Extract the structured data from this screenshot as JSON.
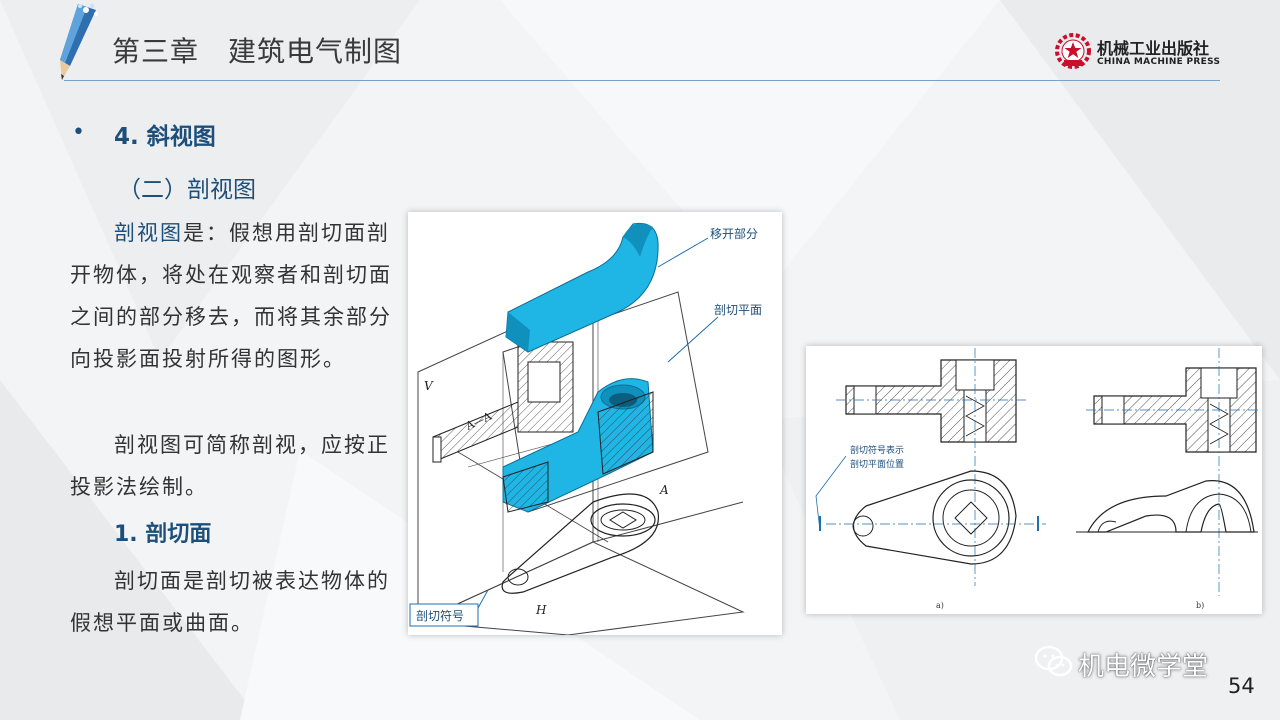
{
  "header": {
    "title": "第三章　建筑电气制图",
    "publisher_cn": "机械工业出版社",
    "publisher_en": "CHINA MACHINE PRESS"
  },
  "content": {
    "bullet": "•",
    "section_4": "4. 斜视图",
    "subsection": "（二）剖视图",
    "para1_keyword": "剖视图",
    "para1_rest": "是：假想用剖切面剖开物体，将处在观察者和剖切面之间的部分移去，而将其余部分向投影面投射所得的图形。",
    "para2": "剖视图可简称剖视，应按正投影法绘制。",
    "section_1": "1. 剖切面",
    "para3": "剖切面是剖切被表达物体的假想平面或曲面。"
  },
  "figure1": {
    "label_moved": "移开部分",
    "label_plane": "剖切平面",
    "label_symbol": "剖切符号",
    "label_aa": "A—A",
    "label_v": "V",
    "label_a": "A",
    "label_h": "H"
  },
  "figure2": {
    "note_line1": "剖切符号表示",
    "note_line2": "剖切平面位置",
    "label_a": "a)",
    "label_b": "b)"
  },
  "watermark": "机电微学堂",
  "page_number": "54",
  "colors": {
    "accent": "#1d4f7a",
    "highlight": "#1fb6e6",
    "rule": "#7aa0c8"
  }
}
